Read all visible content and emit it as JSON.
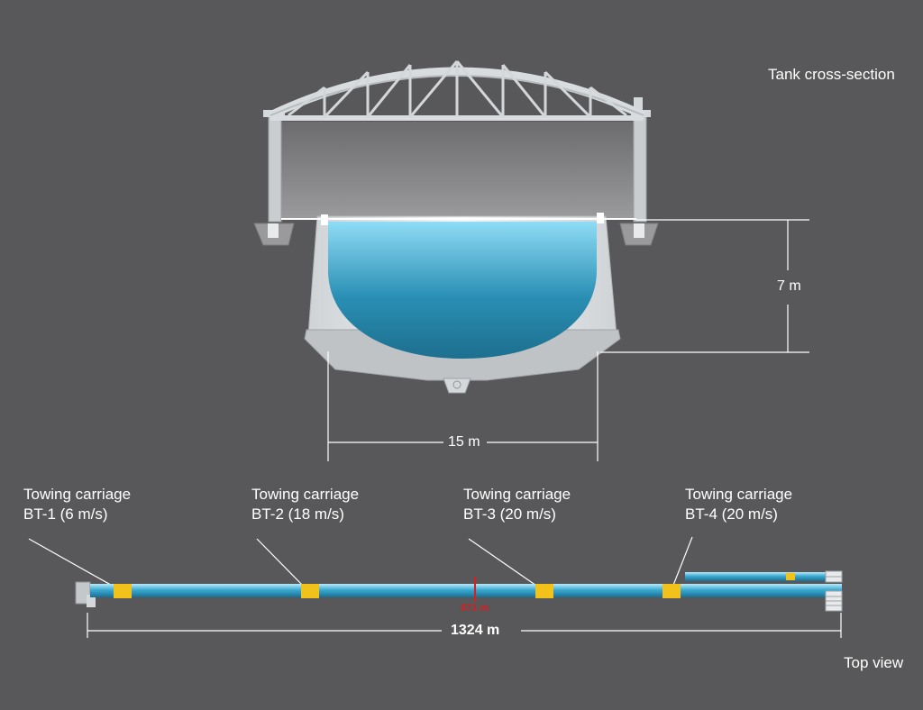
{
  "labels": {
    "cross_section": "Tank cross-section",
    "top_view": "Top view",
    "depth": "7 m",
    "width": "15 m",
    "length": "1324 m",
    "mid_mark": "671 m"
  },
  "carriages": [
    {
      "name": "Towing carriage",
      "spec": "BT-1 (6 m/s)"
    },
    {
      "name": "Towing carriage",
      "spec": "BT-2 (18 m/s)"
    },
    {
      "name": "Towing carriage",
      "spec": "BT-3 (20 m/s)"
    },
    {
      "name": "Towing carriage",
      "spec": "BT-4 (20 m/s)"
    }
  ],
  "colors": {
    "background": "#58585a",
    "water": "#2a8fb4",
    "carriage": "#f2c21b",
    "marker": "#d81e1e"
  }
}
